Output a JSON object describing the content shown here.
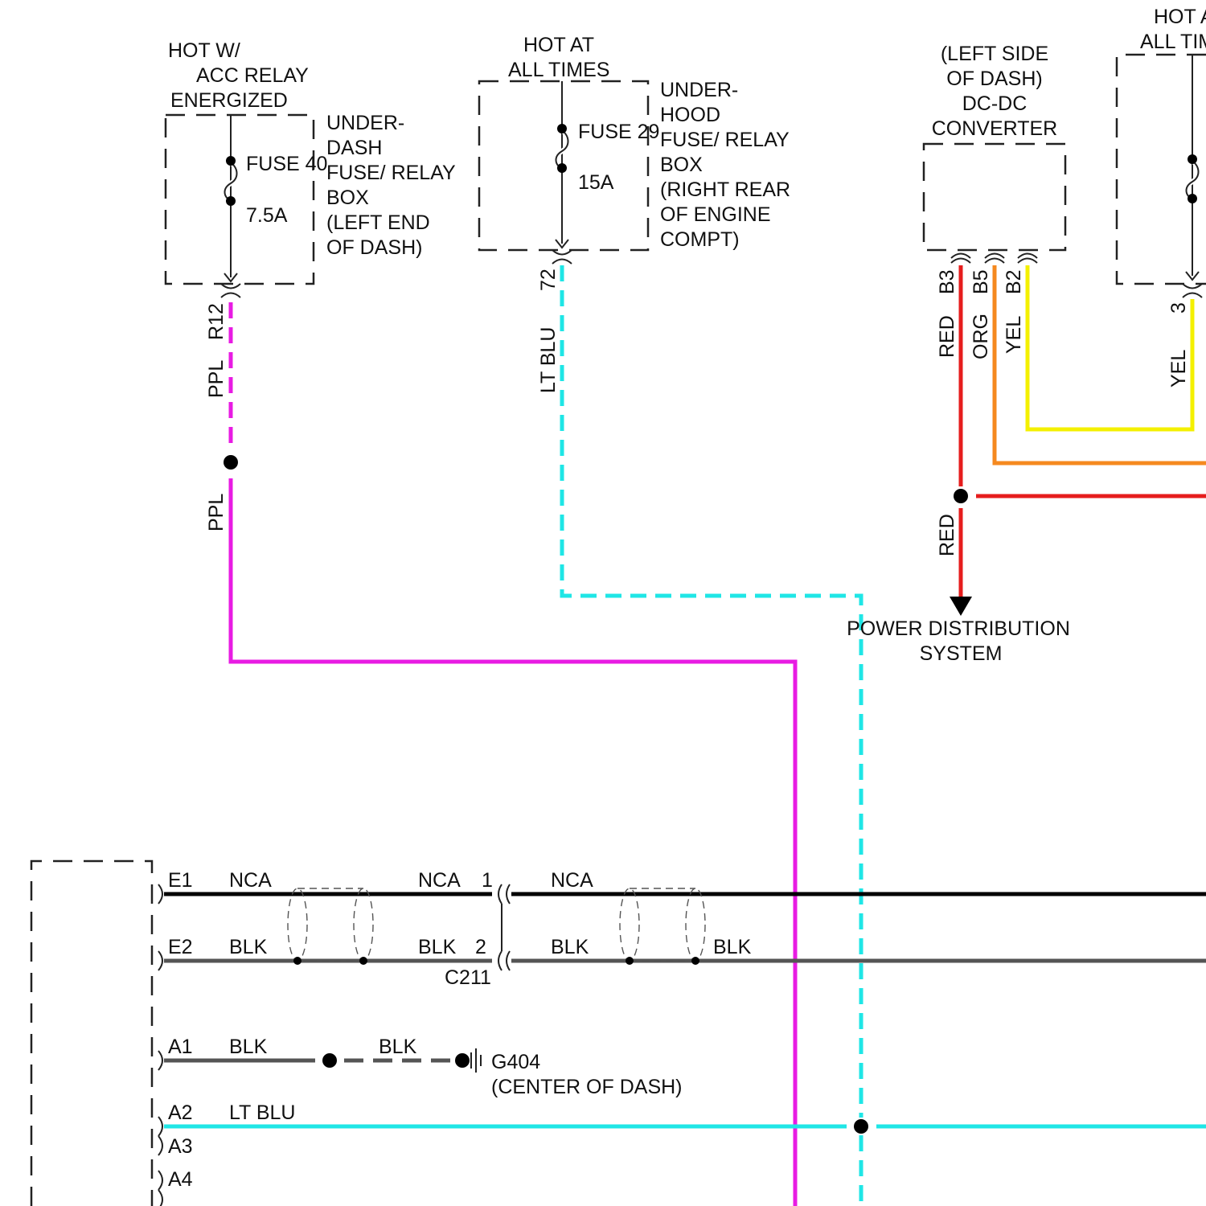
{
  "colors": {
    "ppl": "#e81be3",
    "lt_blu": "#1fe6e6",
    "red": "#e61d1d",
    "org": "#f5891f",
    "yel": "#f4f000",
    "blk": "#000000",
    "gnd_blk": "#555555"
  },
  "fuse40_block": {
    "hot_label": [
      "HOT W/",
      "ACC RELAY",
      "ENERGIZED"
    ],
    "fuse_name": "FUSE 40",
    "rating": "7.5A",
    "box_label": [
      "UNDER-",
      "DASH",
      "FUSE/ RELAY",
      "BOX",
      "(LEFT END",
      "OF DASH)"
    ],
    "pin": "R12",
    "wire_upper": "PPL",
    "wire_lower": "PPL"
  },
  "fuse29_block": {
    "hot_label": [
      "HOT AT",
      "ALL TIMES"
    ],
    "fuse_name": "FUSE 29",
    "rating": "15A",
    "box_label": [
      "UNDER-",
      "HOOD",
      "FUSE/ RELAY",
      "BOX",
      "(RIGHT REAR",
      "OF ENGINE",
      "COMPT)"
    ],
    "pin": "72",
    "wire": "LT BLU"
  },
  "dcdc": {
    "label": [
      "(LEFT SIDE",
      "OF DASH)",
      "DC-DC",
      "CONVERTER"
    ],
    "pins": [
      "B3",
      "B5",
      "B2"
    ],
    "wires": [
      "RED",
      "ORG",
      "YEL"
    ],
    "red_lower": "RED",
    "destination": [
      "POWER DISTRIBUTION",
      "SYSTEM"
    ]
  },
  "right_partial": {
    "hot_label": [
      "HOT A",
      "ALL TIM"
    ],
    "pin": "3",
    "wire": "YEL"
  },
  "module_rows": [
    {
      "pin": "E1",
      "wire": "NCA",
      "mid_wire": "NCA",
      "conn_pin": "1",
      "right_wire": "NCA"
    },
    {
      "pin": "E2",
      "wire": "BLK",
      "mid_wire": "BLK",
      "conn_pin": "2",
      "right_wire": "BLK",
      "far_wire": "BLK"
    },
    {
      "pin": "A1",
      "wire": "BLK",
      "ground_wire": "BLK"
    },
    {
      "pin": "A2",
      "wire": "LT BLU"
    },
    {
      "pin": "A3"
    },
    {
      "pin": "A4"
    }
  ],
  "connector": "C211",
  "ground": {
    "name": "G404",
    "location": "(CENTER OF DASH)"
  }
}
